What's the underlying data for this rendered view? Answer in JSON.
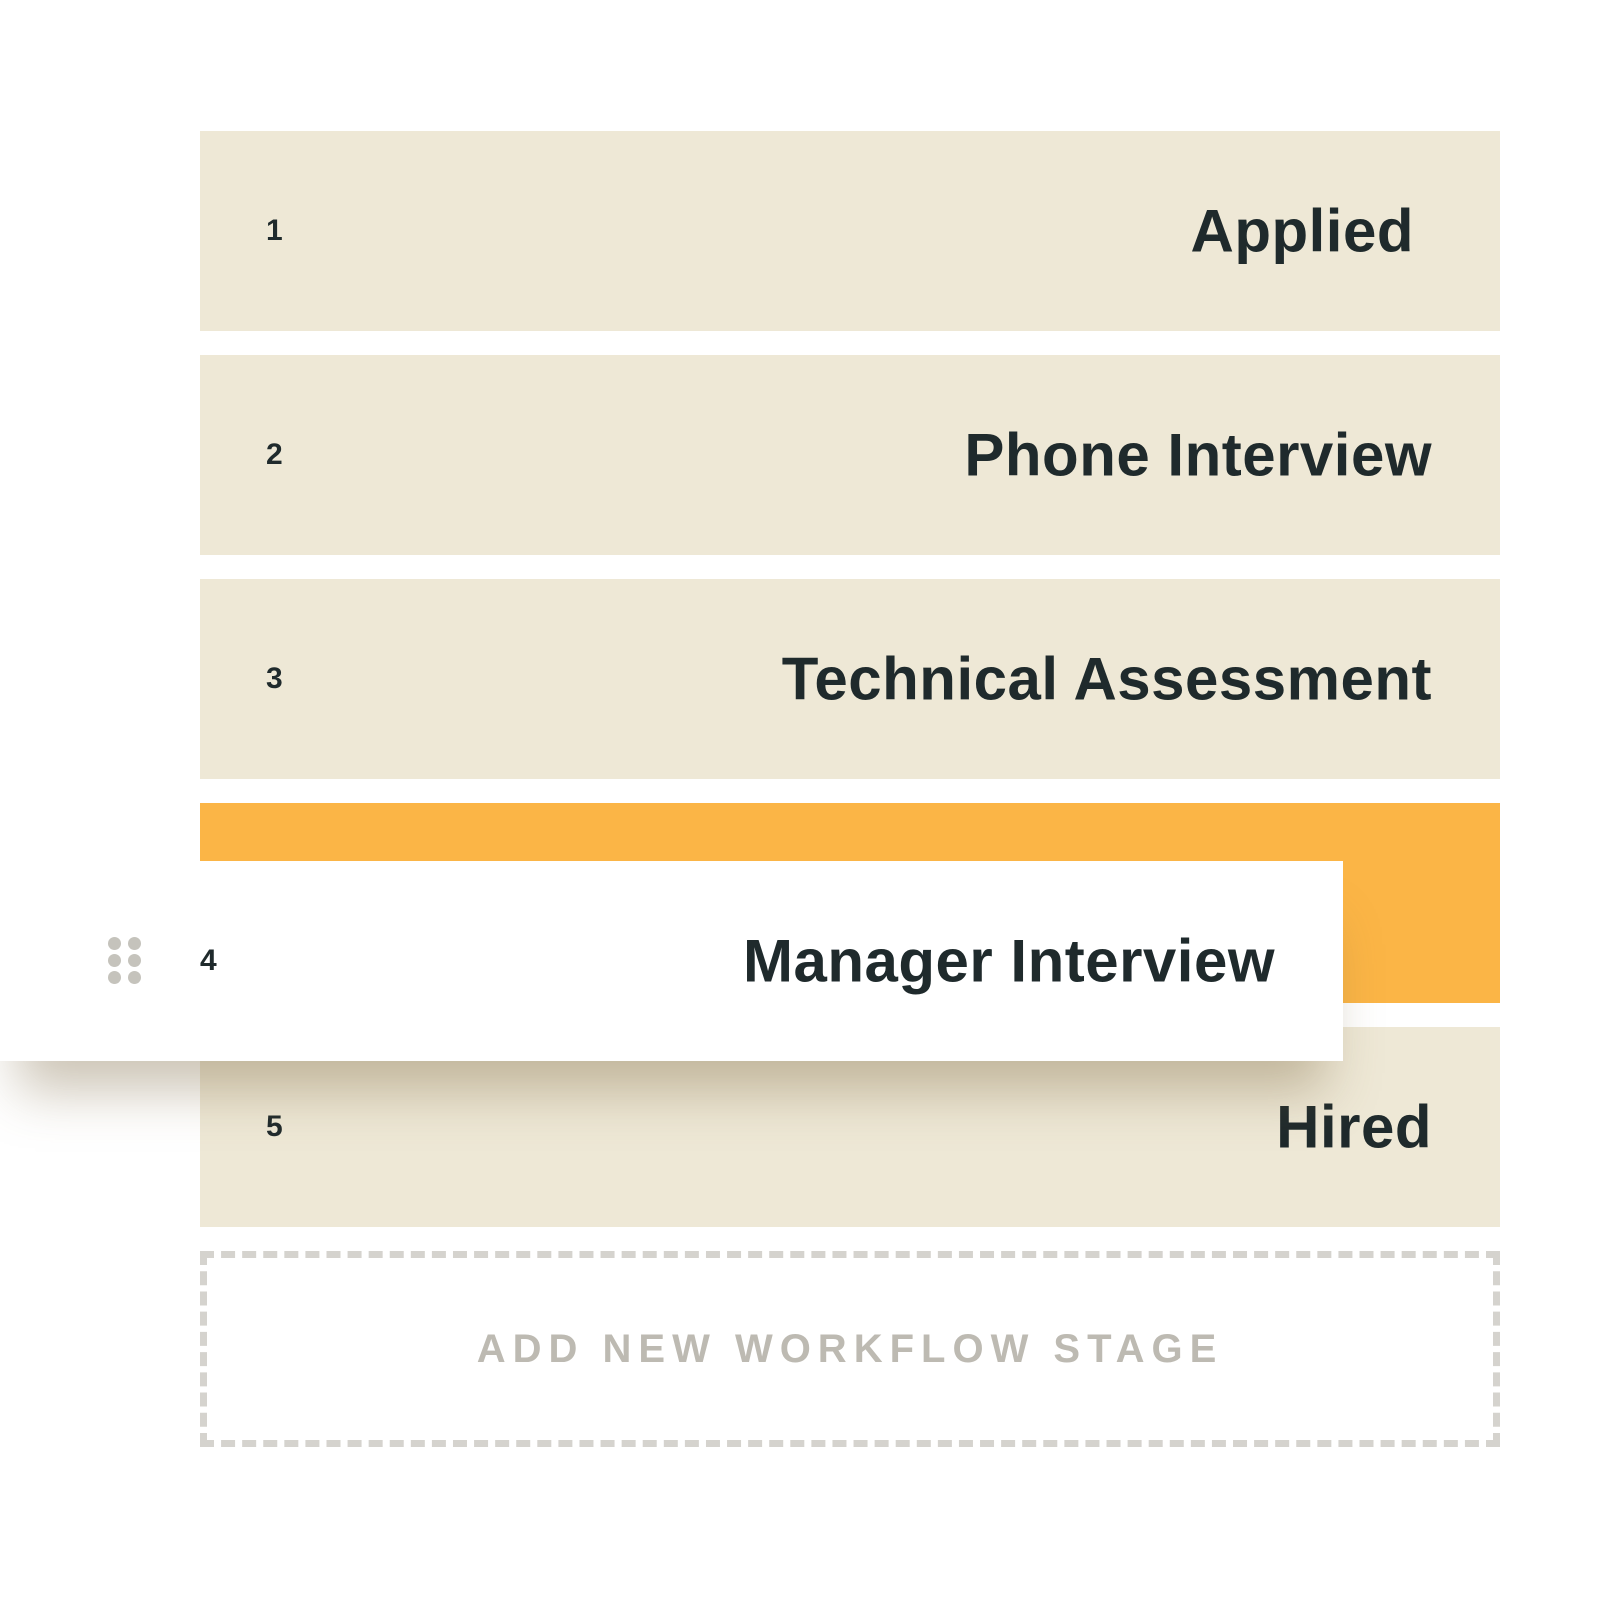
{
  "workflow": {
    "stages": [
      {
        "number": "1",
        "label": "Applied"
      },
      {
        "number": "2",
        "label": "Phone Interview"
      },
      {
        "number": "3",
        "label": "Technical Assessment"
      },
      {
        "number": "5",
        "label": "Hired"
      }
    ],
    "dragging": {
      "number": "4",
      "label": "Manager Interview",
      "handle_icon": "drag-handle-icon"
    },
    "drop_indicator_color": "#fbb546",
    "stage_background": "#eee8d6",
    "add_button_label": "ADD NEW WORKFLOW STAGE"
  }
}
